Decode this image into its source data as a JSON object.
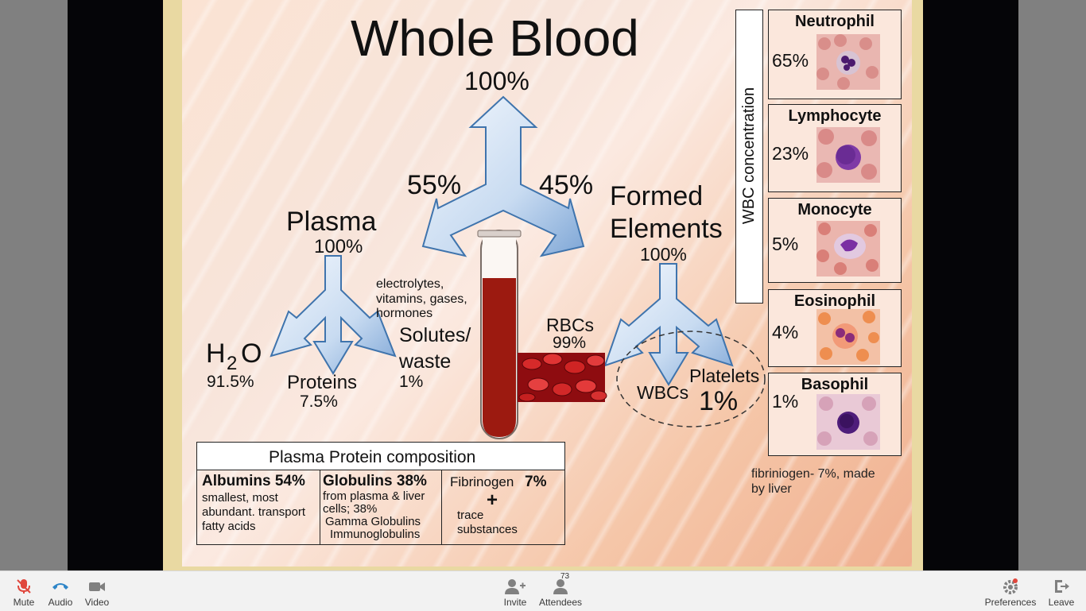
{
  "slide": {
    "title": "Whole Blood",
    "title_pct": "100%",
    "left_split_pct": "55%",
    "right_split_pct": "45%",
    "plasma": {
      "label": "Plasma",
      "pct": "100%"
    },
    "solutes_examples": [
      "electrolytes,",
      "vitamins, gases,",
      "hormones"
    ],
    "water": {
      "label_h": "H",
      "label_sub": "2",
      "label_o": "O",
      "pct": "91.5%"
    },
    "proteins": {
      "label": "Proteins",
      "pct": "7.5%"
    },
    "solutes": {
      "label_line1": "Solutes/",
      "label_line2": "waste",
      "pct": "1%"
    },
    "formed": {
      "label_line1": "Formed",
      "label_line2": "Elements",
      "pct": "100%"
    },
    "rbcs": {
      "label": "RBCs",
      "pct": "99%"
    },
    "wbcs": {
      "label": "WBCs"
    },
    "platelets": {
      "label": "Platelets",
      "pct": "1%"
    },
    "wbc_concentration_label": "WBC concentration",
    "wbc_types": [
      {
        "name": "Neutrophil",
        "pct": "65%"
      },
      {
        "name": "Lymphocyte",
        "pct": "23%"
      },
      {
        "name": "Monocyte",
        "pct": "5%"
      },
      {
        "name": "Eosinophil",
        "pct": "4%"
      },
      {
        "name": "Basophil",
        "pct": "1%"
      }
    ],
    "fibrinogen_note": [
      "fibriniogen- 7%, made",
      "by liver"
    ],
    "plasma_protein": {
      "header": "Plasma Protein composition",
      "albumins": {
        "title": "Albumins 54%",
        "lines": [
          "smallest, most",
          "abundant. transport",
          "fatty acids"
        ]
      },
      "globulins": {
        "title": "Globulins 38%",
        "lines": [
          "from plasma & liver",
          "cells; 38%",
          "Gamma Globulins",
          "Immunoglobulins"
        ]
      },
      "fibrinogen": {
        "title_word": "Fibrinogen",
        "title_pct": "7%",
        "plus": "+",
        "lines": [
          "trace",
          "substances"
        ]
      }
    }
  },
  "toolbar": {
    "mute": "Mute",
    "audio": "Audio",
    "video": "Video",
    "invite": "Invite",
    "attendees": "Attendees",
    "attendee_count": "73",
    "preferences": "Preferences",
    "leave": "Leave"
  },
  "colors": {
    "mute_red": "#e0463c",
    "audio_blue": "#2f86c8",
    "arrow_fill": "#cfe0f4",
    "arrow_stroke": "#4a7fb5",
    "blood": "#9c1a10"
  }
}
